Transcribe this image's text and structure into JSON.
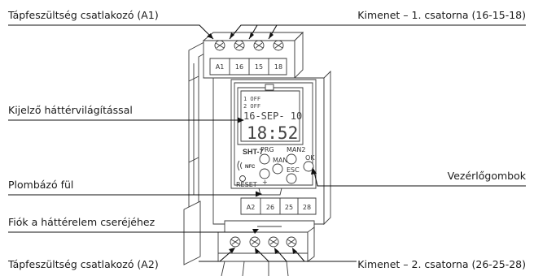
{
  "callouts": {
    "supply_a1": "Tápfeszültség csatlakozó (A1)",
    "output_ch1": "Kimenet – 1. csatorna (16-15-18)",
    "display": "Kijelző háttérvilágítással",
    "buttons": "Vezérlőgombok",
    "seal_tab": "Plombázó fül",
    "battery_drawer": "Fiók a háttérelem cseréjéhez",
    "supply_a2": "Tápfeszültség csatlakozó (A2)",
    "output_ch2": "Kimenet – 2. csatorna (26-25-28)"
  },
  "device": {
    "model": "SHT-7",
    "top_terminals": [
      "A1",
      "16",
      "15",
      "18"
    ],
    "bottom_terminals": [
      "A2",
      "26",
      "25",
      "28"
    ],
    "lcd": {
      "line1": "1 OFF",
      "line2": "2 OFF",
      "date": "16-SEP- 10",
      "time": "18:52"
    },
    "buttons": {
      "prg": "PRG",
      "man": "MAN",
      "mand": "MAN2",
      "ok": "OK",
      "esc": "ESC",
      "plus": "+",
      "reset": "RESET"
    },
    "nfc": "NFC"
  }
}
